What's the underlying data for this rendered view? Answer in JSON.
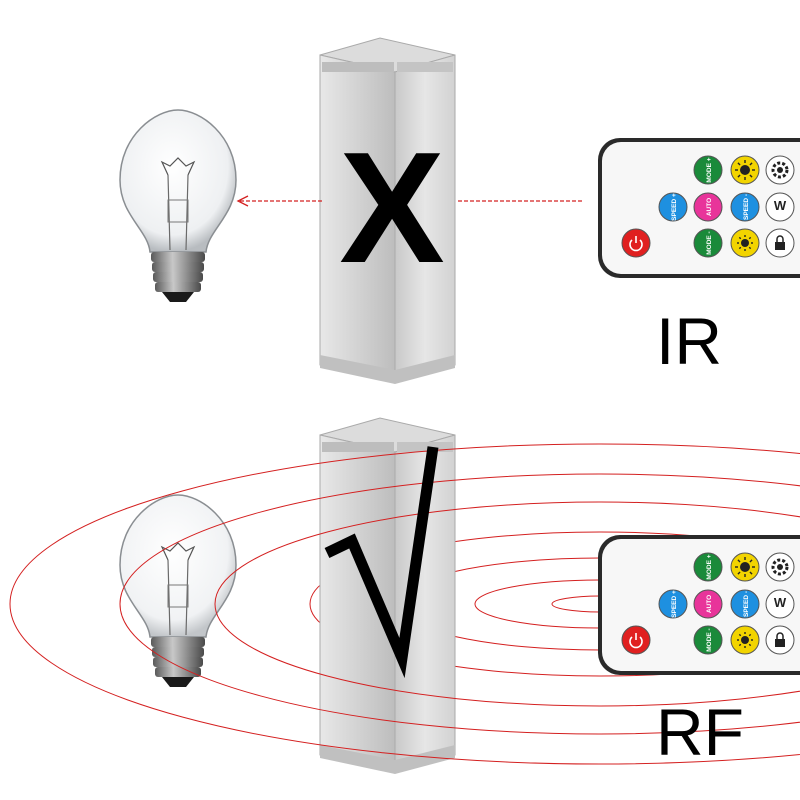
{
  "scenes": {
    "ir": {
      "label": "IR",
      "result_mark": "X"
    },
    "rf": {
      "label": "RF",
      "result_mark": "√"
    }
  },
  "remote": {
    "buttons": [
      {
        "text": "MODE +",
        "color": "#1a8a3a"
      },
      {
        "text": "",
        "color": "#f2d400",
        "icon": "brightness-up-icon"
      },
      {
        "text": "",
        "color": "#ffffff",
        "icon": "gear-icon"
      },
      {
        "text": "SPEED +",
        "color": "#1e90e0"
      },
      {
        "text": "AUTO",
        "color": "#e8349a"
      },
      {
        "text": "SPEED -",
        "color": "#1e90e0"
      },
      {
        "text": "W",
        "color": "#ffffff"
      },
      {
        "text": "",
        "color": "#e02020",
        "icon": "power-icon"
      },
      {
        "text": "MODE -",
        "color": "#1a8a3a"
      },
      {
        "text": "",
        "color": "#f2d400",
        "icon": "brightness-down-icon"
      },
      {
        "text": "",
        "color": "#ffffff",
        "icon": "lock-icon"
      }
    ]
  },
  "colors": {
    "signal": "#d42020",
    "pillar": "#d9d9d9"
  }
}
